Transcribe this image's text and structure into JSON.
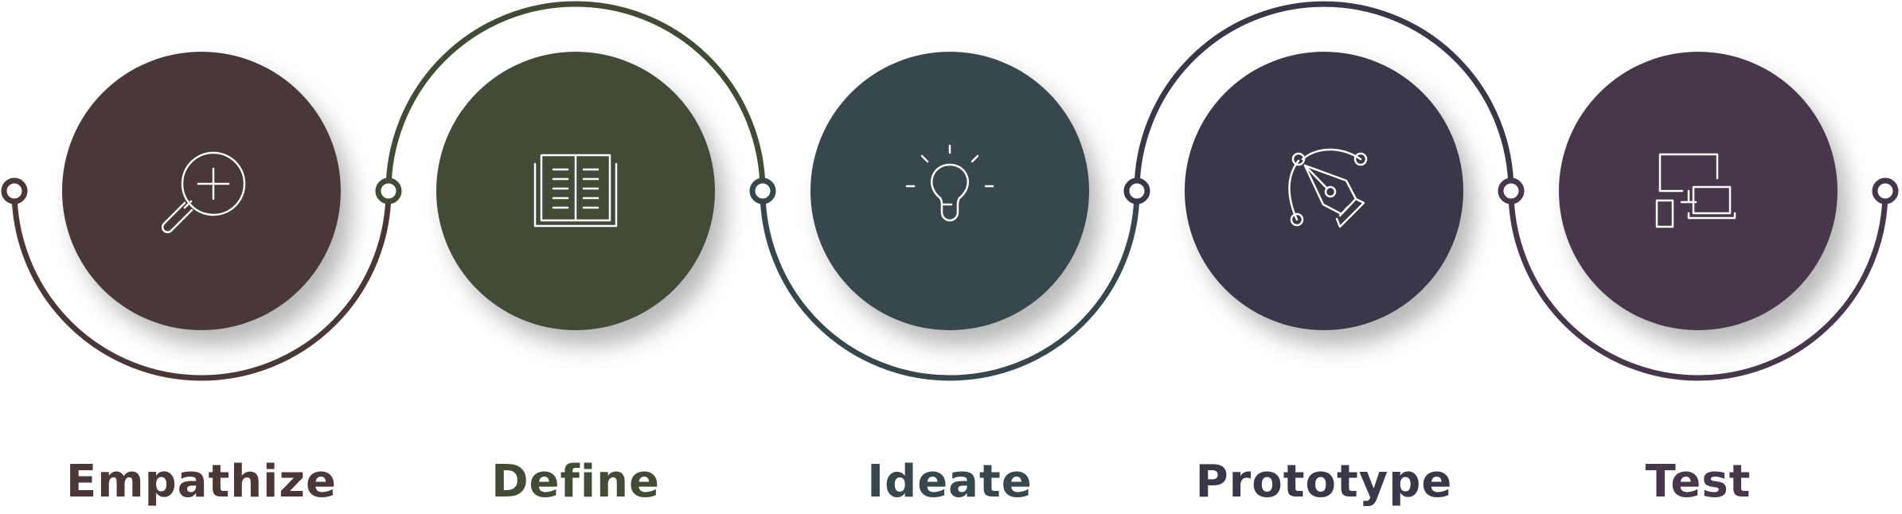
{
  "steps": [
    {
      "label": "Empathize",
      "color": "#4a3838",
      "icon": "magnifier-plus-icon"
    },
    {
      "label": "Define",
      "color": "#434b37",
      "icon": "open-book-icon"
    },
    {
      "label": "Ideate",
      "color": "#38474b",
      "icon": "lightbulb-icon"
    },
    {
      "label": "Prototype",
      "color": "#393848",
      "icon": "pen-tool-icon"
    },
    {
      "label": "Test",
      "color": "#46384a",
      "icon": "devices-icon"
    }
  ]
}
